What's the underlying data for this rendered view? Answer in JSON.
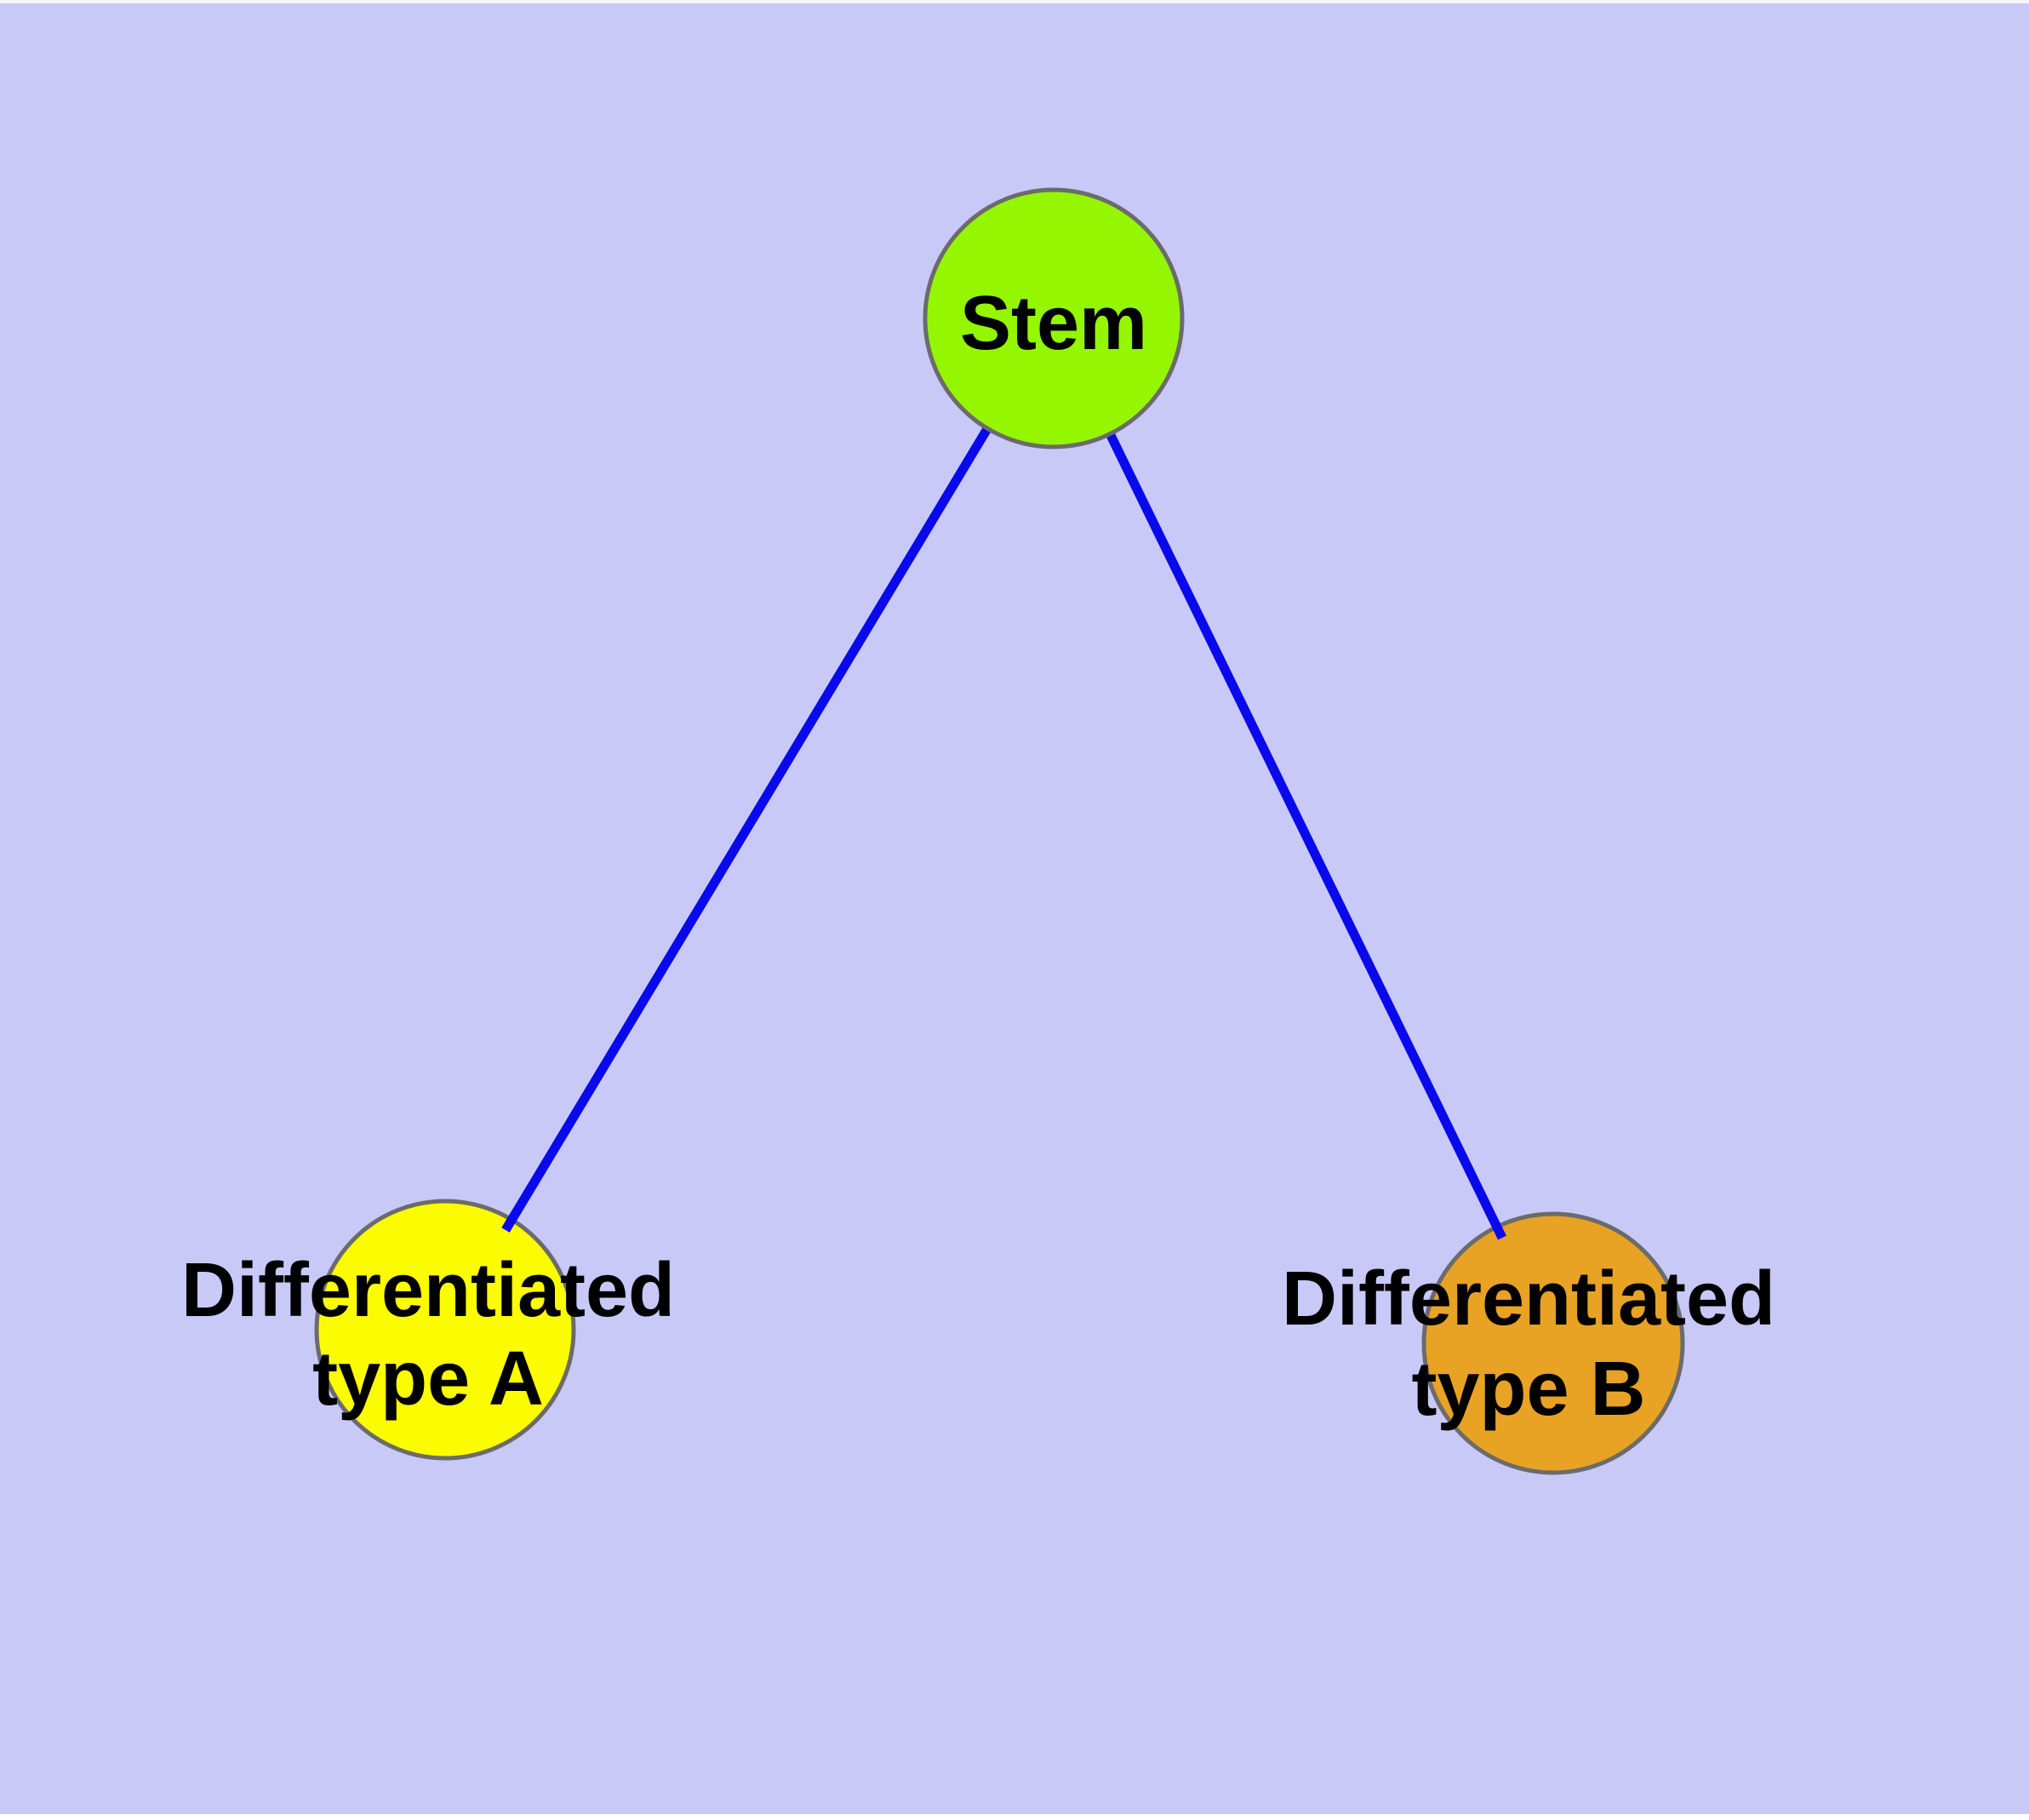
{
  "diagram": {
    "background_color": "#c9c9f8",
    "top_edge_color": "#f6f6fa",
    "bottom_edge_color": "#ffffff",
    "text_color": "#000000",
    "node_border_color": "#6b6b6b",
    "edge_color": "#0909eb",
    "nodes": [
      {
        "id": "stem",
        "label": "Stem",
        "fill": "#94f600"
      },
      {
        "id": "differentiated-type-a",
        "label": "Differentiated type A",
        "line1": "Differentiated",
        "line2": "type A",
        "fill": "#fcfc00"
      },
      {
        "id": "differentiated-type-b",
        "label": "Differentiated type B",
        "line1": "Differentiated",
        "line2": "type B",
        "fill": "#e8a224"
      }
    ],
    "edges": [
      {
        "from": "stem",
        "to": "differentiated-type-a"
      },
      {
        "from": "stem",
        "to": "differentiated-type-b"
      }
    ]
  }
}
